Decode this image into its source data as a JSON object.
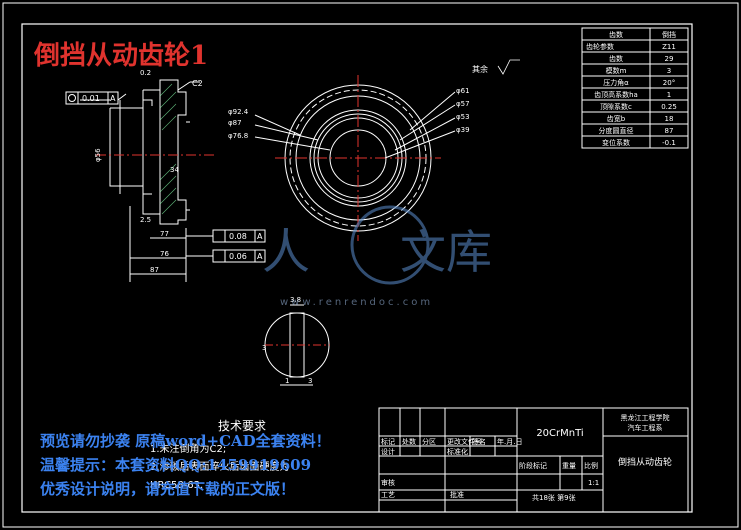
{
  "title": "倒挡从动齿轮1",
  "surface_finish": "其余",
  "tolerance_tags": [
    "0.01",
    "A",
    "0.08",
    "A",
    "0.06",
    "A"
  ],
  "chamfer_label": "C2",
  "dims_left": [
    "0.2",
    "φ56",
    "87",
    "76",
    "77",
    "2.5",
    "34"
  ],
  "dims_circle": [
    "φ92.4",
    "φ87",
    "φ76.8",
    "φ61",
    "φ57",
    "φ53",
    "φ39"
  ],
  "dims_small": [
    "3.8",
    "3",
    "1",
    "3"
  ],
  "params_table": {
    "header": [
      "齿数",
      "倒挡"
    ],
    "rows": [
      [
        "齿轮参数",
        "Z11"
      ],
      [
        "齿数",
        "29"
      ],
      [
        "模数m",
        "3"
      ],
      [
        "压力角α",
        "20°"
      ],
      [
        "齿顶高系数ha",
        "1"
      ],
      [
        "顶隙系数c",
        "0.25"
      ],
      [
        "齿宽b",
        "18"
      ],
      [
        "分度圆直径",
        "87"
      ],
      [
        "变位系数",
        "-0.1"
      ]
    ]
  },
  "tech_req": {
    "heading": "技术要求",
    "lines": [
      "1.未注倒角为C2;",
      "2.渗碳后表面淬火后齿面硬度为",
      "HRC58-63."
    ]
  },
  "title_block": {
    "material": "20CrMnTi",
    "school": "黑龙江工程学院",
    "dept": "汽车工程系",
    "part_name": "倒挡从动齿轮",
    "row_labels": [
      "标记",
      "处数",
      "分区",
      "更改文件号",
      "签名",
      "年.月.日"
    ],
    "design_label": "设计",
    "std_label": "标准化",
    "stage_labels": [
      "阶段标记",
      "重量",
      "比例"
    ],
    "scale": "1:1",
    "review_label": "审核",
    "process_label": "工艺",
    "approve_label": "批准",
    "sheets": "共18张 第9张"
  },
  "watermark": {
    "logo_left": "人",
    "logo_right": "文库",
    "url": "www.renrendoc.com",
    "line1": "预览请勿抄袭 原稿word+CAD全套资料！",
    "line2": "温馨提示：本套资料QQ:1459919609",
    "line3": "优秀设计说明，请充值下载的正文版！"
  }
}
